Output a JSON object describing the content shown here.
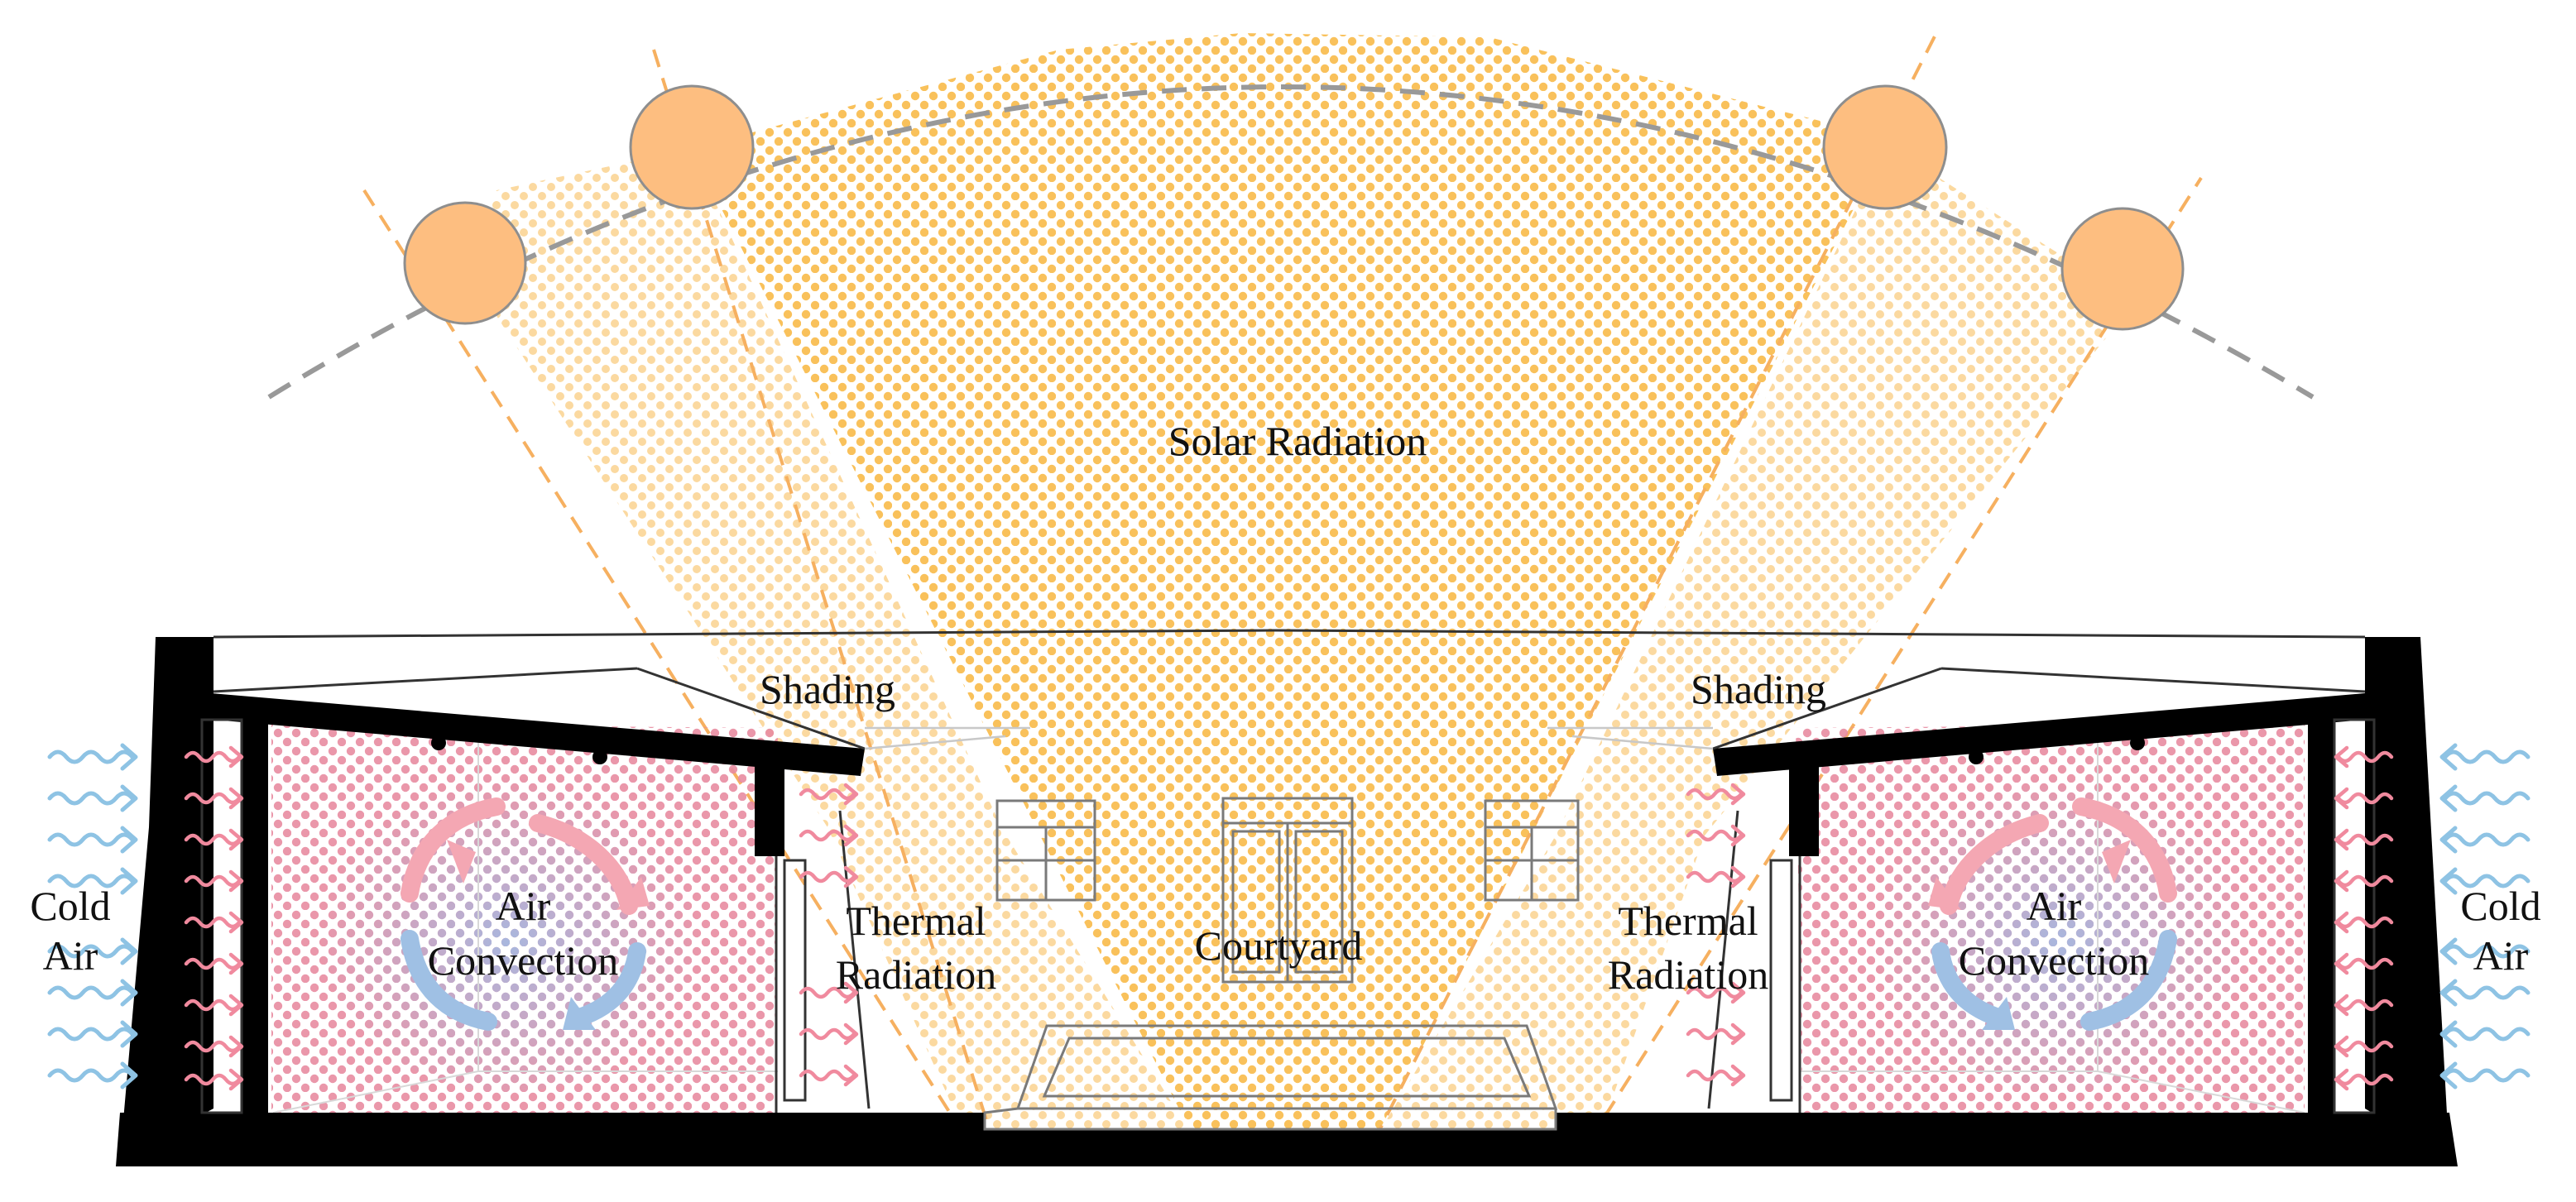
{
  "diagram": {
    "labels": {
      "solar_radiation": "Solar Radiation",
      "shading_left": "Shading",
      "shading_right": "Shading",
      "cold_air_left": [
        "Cold",
        "Air"
      ],
      "cold_air_right": [
        "Cold",
        "Air"
      ],
      "air_convection_left": [
        "Air",
        "Convection"
      ],
      "air_convection_right": [
        "Air",
        "Convection"
      ],
      "thermal_radiation_left": [
        "Thermal",
        "Radiation"
      ],
      "thermal_radiation_right": [
        "Thermal",
        "Radiation"
      ],
      "courtyard": "Courtyard"
    },
    "colors": {
      "sun_fill": "#FDBE80",
      "sun_stroke": "#8E8E8E",
      "sun_path": "#999999",
      "solar_dots": "#F9BE52",
      "solar_ray": "#F6B060",
      "room_dots": "#E88BA0",
      "cold_air_wave": "#8EC3E4",
      "heat_arrow": "#F08A9E",
      "cool_arrow": "#7FB2E0",
      "structure": "#000000"
    },
    "sun_count": 4
  }
}
